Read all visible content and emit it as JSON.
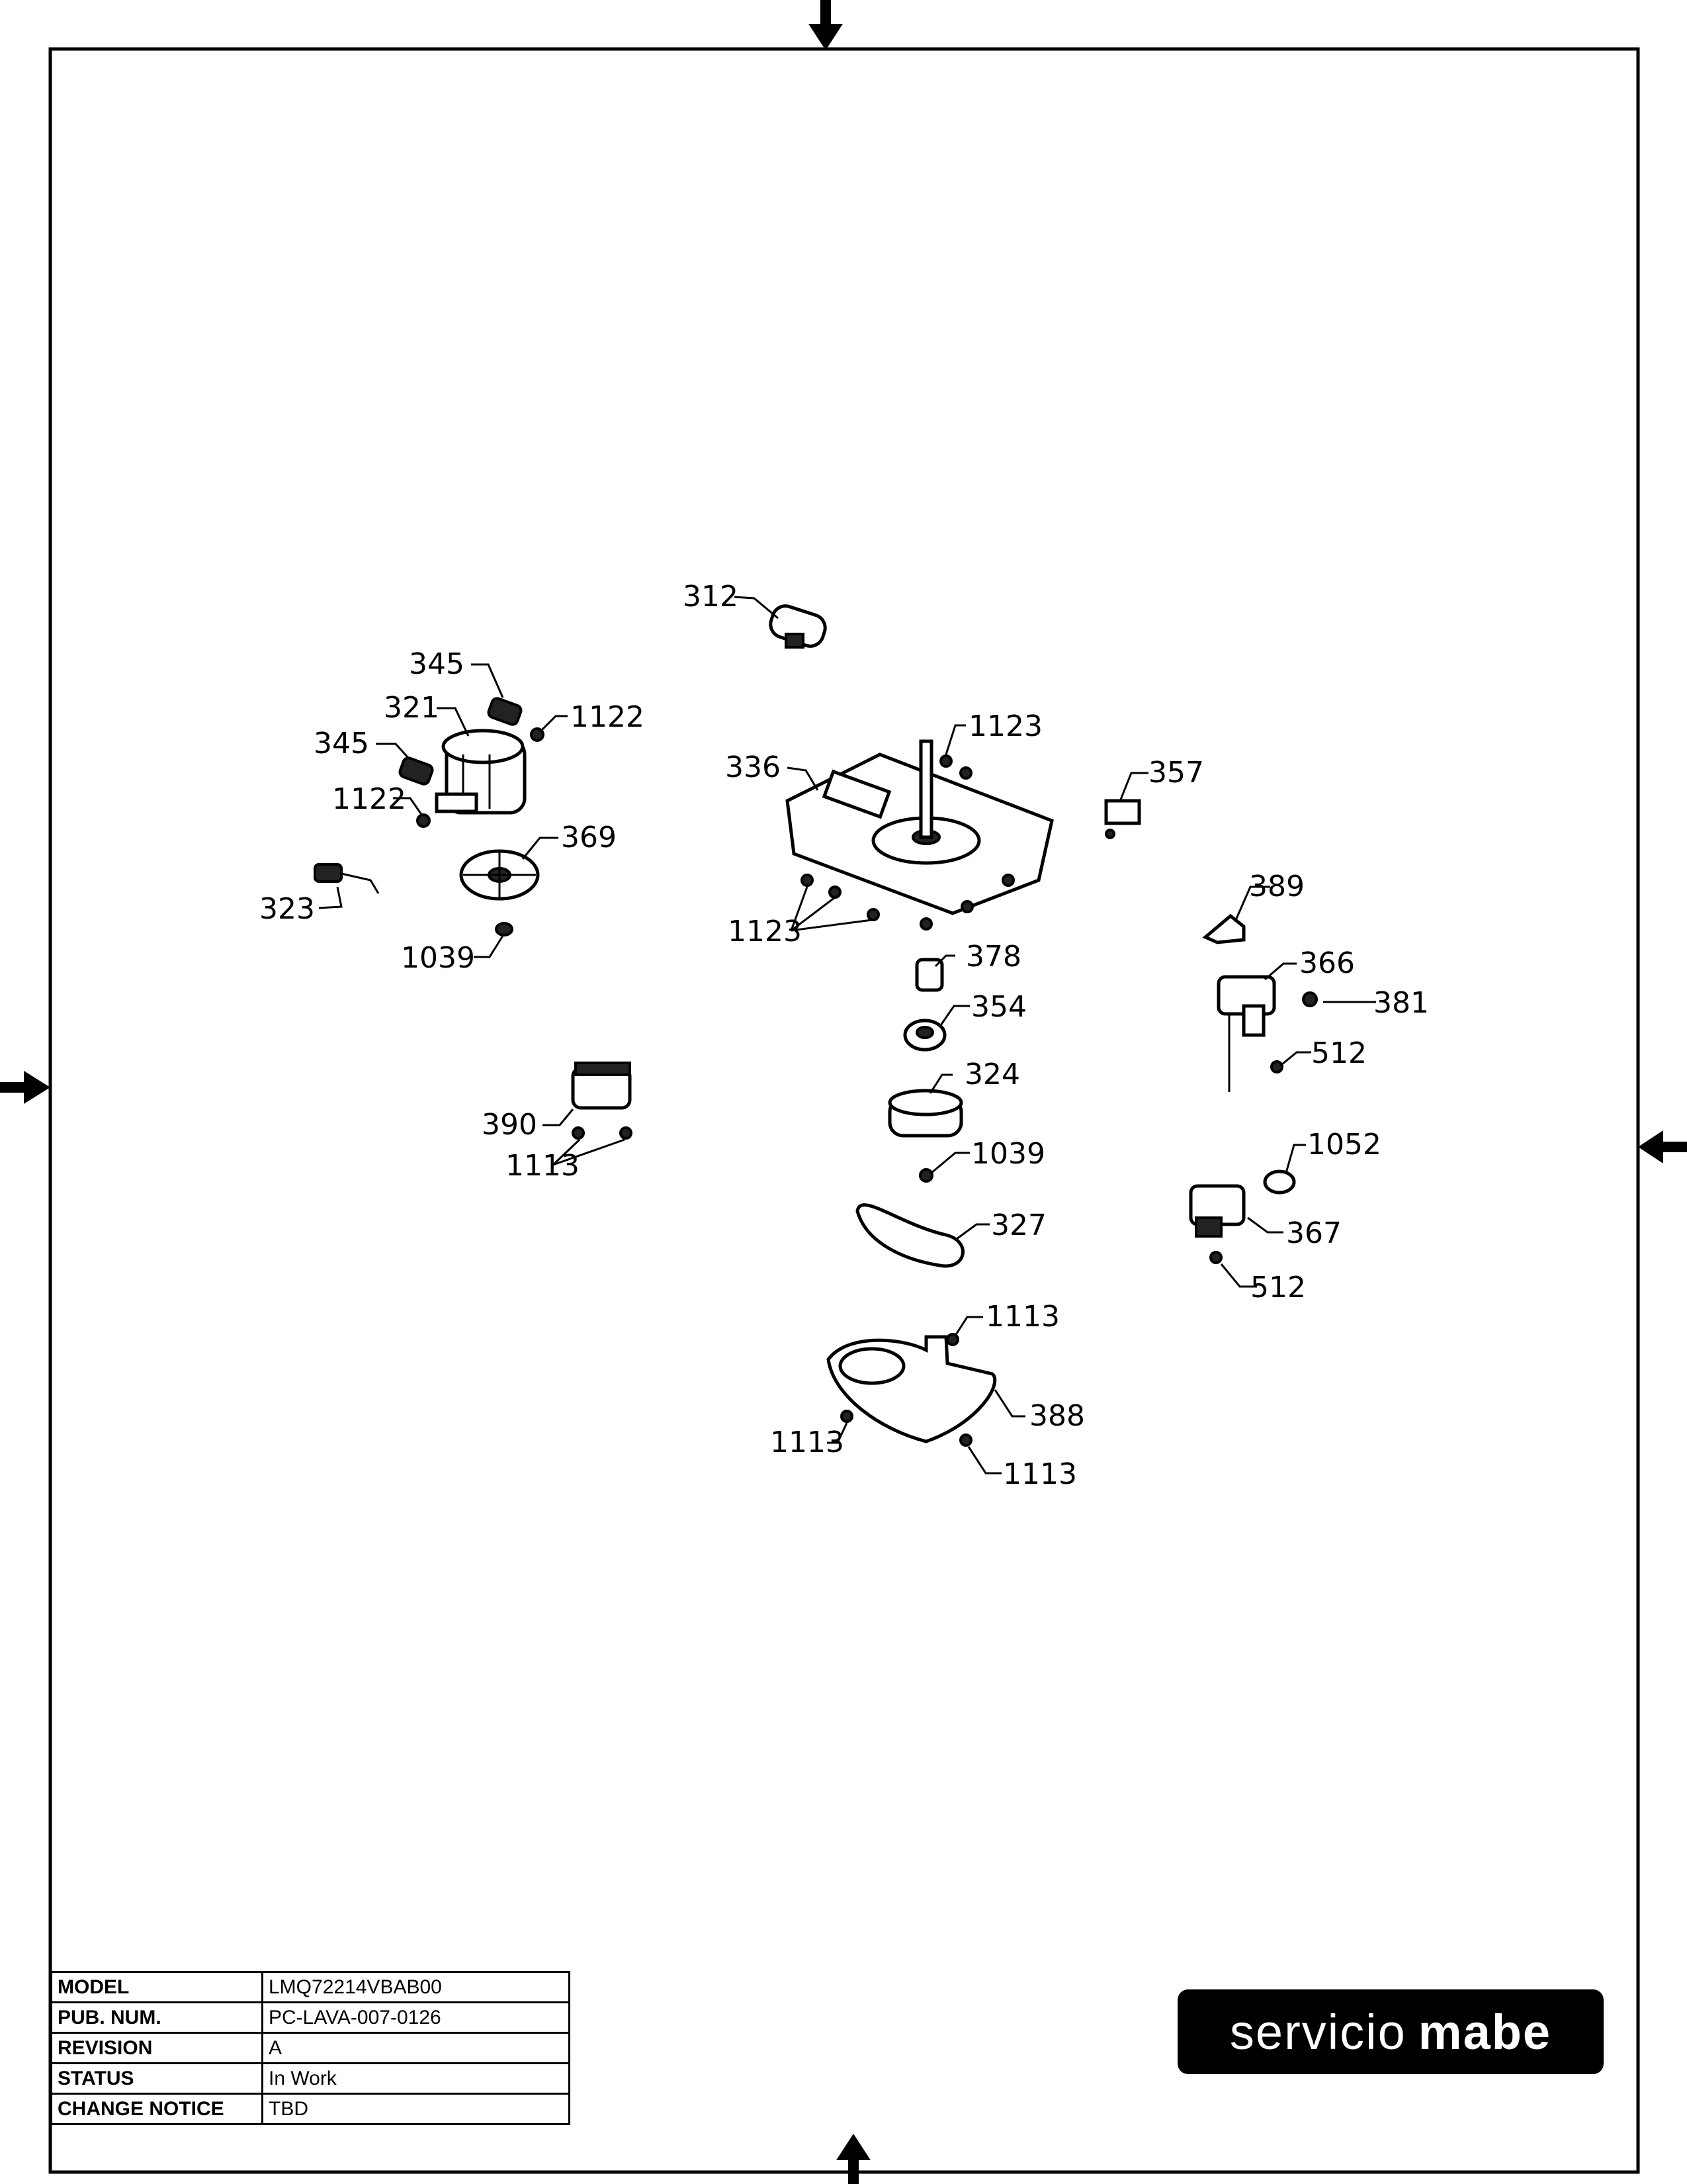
{
  "title_block": [
    {
      "label": "MODEL",
      "value": "LMQ72214VBAB00"
    },
    {
      "label": "PUB. NUM.",
      "value": "PC-LAVA-007-0126"
    },
    {
      "label": "REVISION",
      "value": "A"
    },
    {
      "label": "STATUS",
      "value": "In Work"
    },
    {
      "label": "CHANGE NOTICE",
      "value": "TBD"
    }
  ],
  "brand": {
    "prefix": "servicio",
    "name": "mabe"
  },
  "callouts": {
    "c312": "312",
    "c345a": "345",
    "c321": "321",
    "c1122a": "1122",
    "c345b": "345",
    "c1122b": "1122",
    "c369": "369",
    "c323": "323",
    "c1039a": "1039",
    "c336": "336",
    "c1123a": "1123",
    "c1123b": "1123",
    "c357": "357",
    "c389": "389",
    "c378": "378",
    "c366": "366",
    "c381": "381",
    "c354": "354",
    "c512a": "512",
    "c324": "324",
    "c390": "390",
    "c1113a": "1113",
    "c1039b": "1039",
    "c1052": "1052",
    "c327": "327",
    "c367": "367",
    "c512b": "512",
    "c1113b": "1113",
    "c388": "388",
    "c1113c": "1113",
    "c1113d": "1113"
  }
}
